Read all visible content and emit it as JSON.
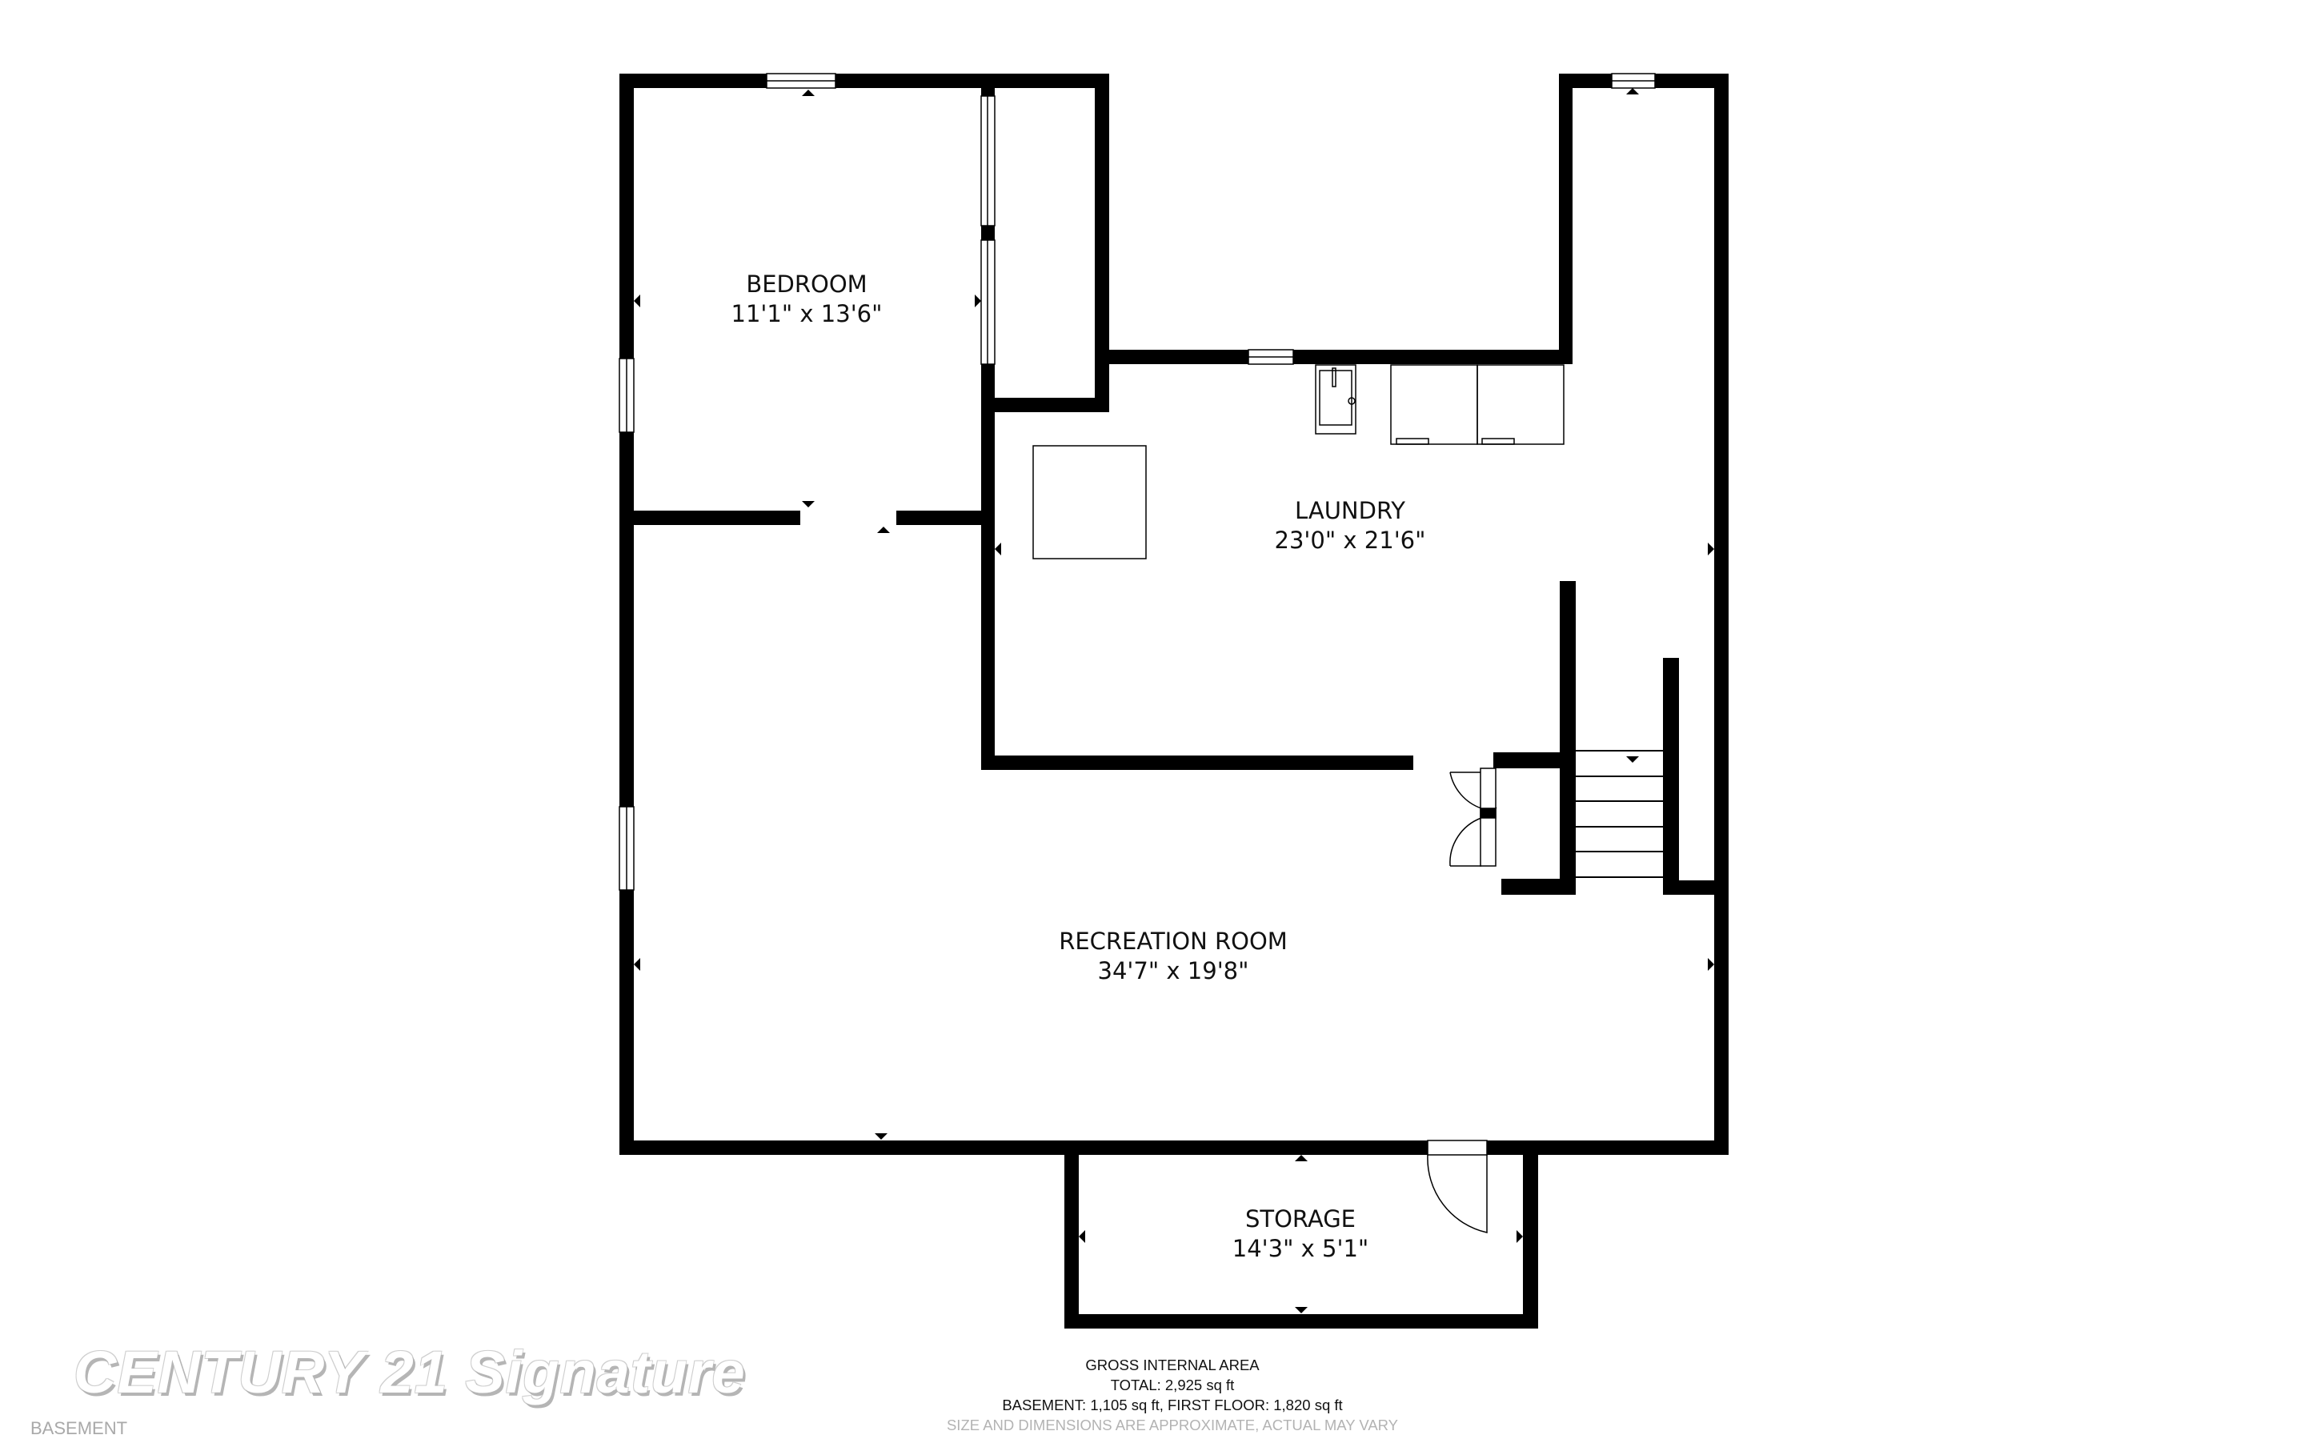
{
  "floor_plan": {
    "floor_name": "BASEMENT",
    "rooms": [
      {
        "id": "bedroom",
        "name": "BEDROOM",
        "dimensions": "11'1\" x 13'6\""
      },
      {
        "id": "laundry",
        "name": "LAUNDRY",
        "dimensions": "23'0\" x 21'6\""
      },
      {
        "id": "recreation-room",
        "name": "RECREATION ROOM",
        "dimensions": "34'7\" x 19'8\""
      },
      {
        "id": "storage",
        "name": "STORAGE",
        "dimensions": "14'3\" x 5'1\""
      }
    ],
    "wall_color": "#000000",
    "background_color": "#ffffff"
  },
  "area_summary": {
    "heading": "GROSS INTERNAL AREA",
    "total": "TOTAL: 2,925 sq ft",
    "breakdown": "BASEMENT: 1,105 sq ft, FIRST FLOOR: 1,820 sq ft",
    "disclaimer": "SIZE AND DIMENSIONS ARE APPROXIMATE, ACTUAL MAY VARY"
  },
  "watermark": {
    "text": "CENTURY 21 Signature"
  }
}
